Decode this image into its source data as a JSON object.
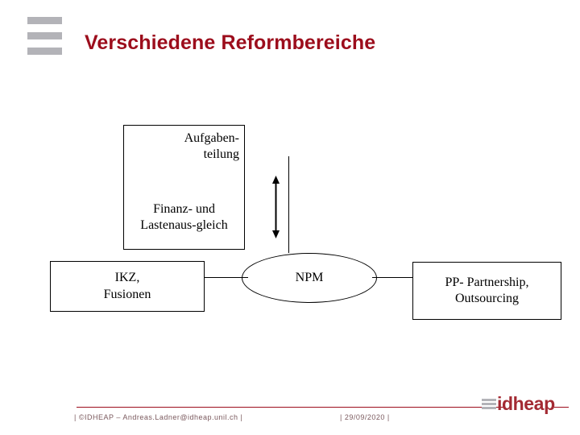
{
  "slide": {
    "title": "Verschiedene Reformbereiche",
    "title_color": "#9c0d1c",
    "background": "#ffffff",
    "header_bars_color": "#b3b3b8"
  },
  "diagram": {
    "shapes": [
      {
        "id": "aufgaben",
        "type": "rectangle",
        "text_top": "Aufgaben-\nteilung",
        "text_bottom": "Finanz- und\nLastenaus-gleich"
      },
      {
        "id": "ikz",
        "type": "rectangle",
        "text": "IKZ,\nFusionen"
      },
      {
        "id": "npm",
        "type": "ellipse",
        "text": "NPM"
      },
      {
        "id": "ppp",
        "type": "rectangle",
        "text": "PP- Partnership,\nOutsourcing"
      }
    ],
    "connectors": [
      {
        "id": "ikz-npm",
        "type": "line"
      },
      {
        "id": "npm-ppp",
        "type": "line"
      },
      {
        "id": "vertical-stem",
        "type": "line"
      },
      {
        "id": "double-arrow",
        "type": "double-headed-arrow"
      }
    ],
    "line_color": "#000000"
  },
  "footer": {
    "credit": "| ©IDHEAP – Andreas.Ladner@idheap.unil.ch |",
    "date": "| 29/09/2020 |",
    "logo_text": "idheap",
    "rule_color": "#9c0d1c",
    "text_color": "#7b5a5e"
  }
}
